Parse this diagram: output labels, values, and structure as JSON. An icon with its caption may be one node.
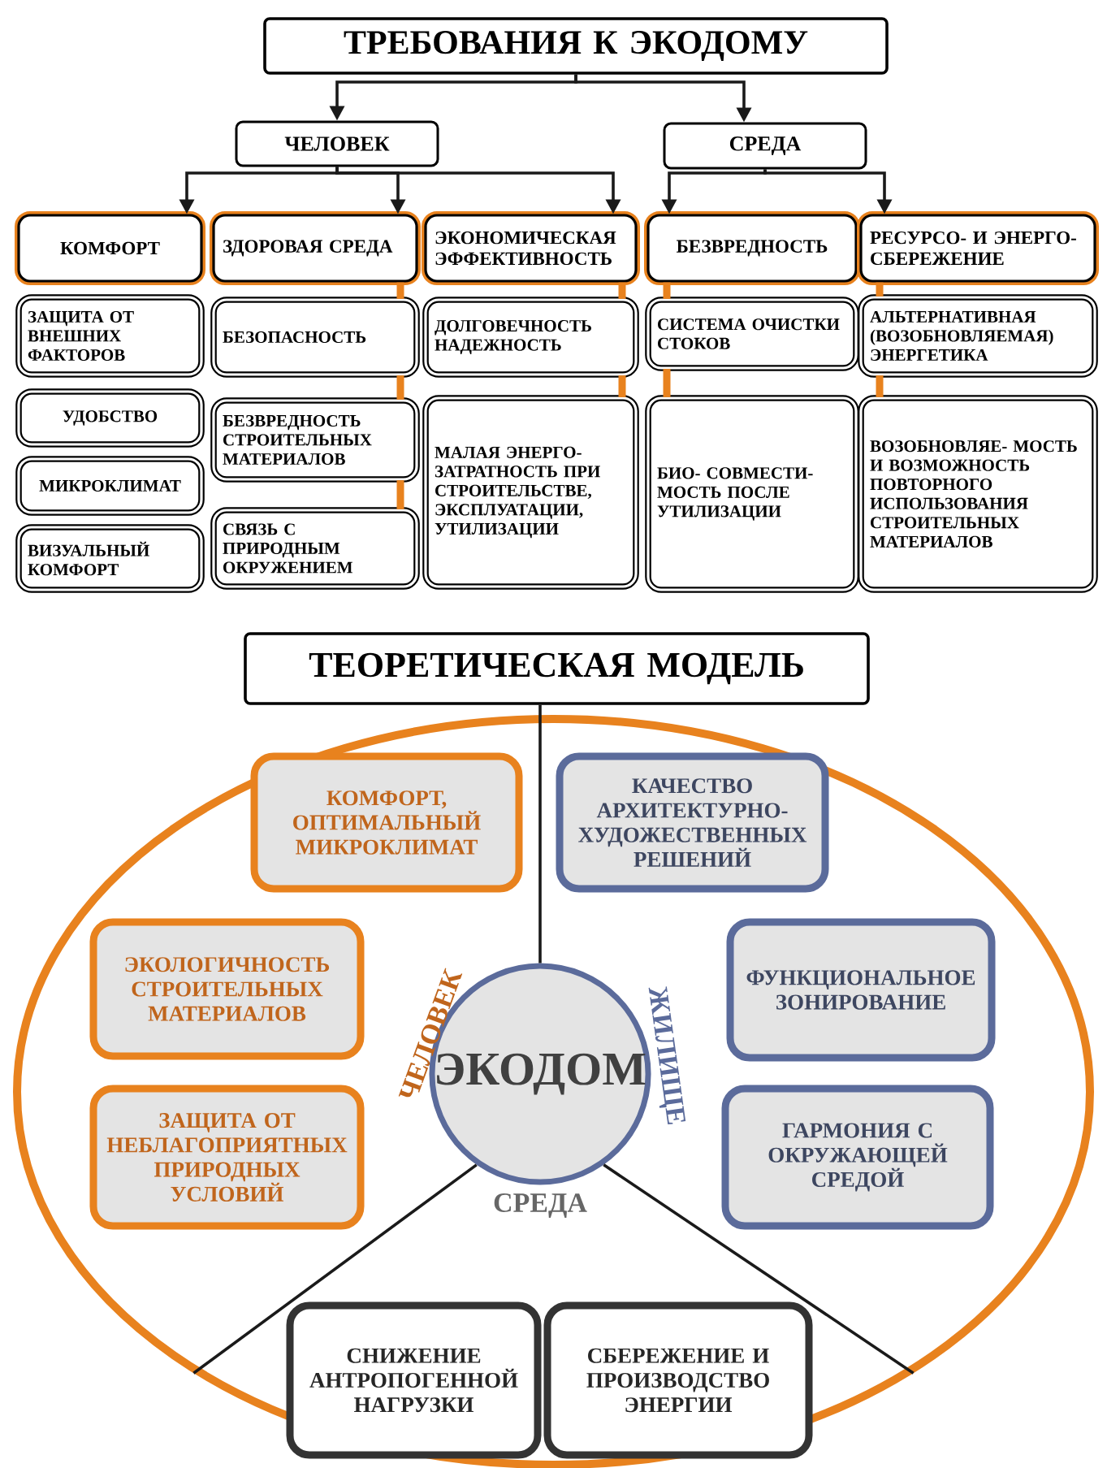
{
  "diagram": {
    "nodes": [
      {
        "text": [
          "ТРЕБОВАНИЯ К ЭКОДОМУ"
        ]
      },
      {
        "text": [
          "ЧЕЛОВЕК"
        ]
      },
      {
        "text": [
          "СРЕДА"
        ]
      },
      {
        "text": [
          "КОМФОРТ"
        ]
      },
      {
        "text": [
          "ЗДОРОВАЯ СРЕДА"
        ]
      },
      {
        "text": [
          "ЭКОНОМИЧЕСКАЯ ЭФФЕКТИВНОСТЬ"
        ]
      },
      {
        "text": [
          "БЕЗВРЕДНОСТЬ"
        ]
      },
      {
        "text": [
          "РЕСУРСО- И ЭНЕРГО- СБЕРЕЖЕНИЕ"
        ]
      },
      {
        "text": [
          "ЗАЩИТА ОТ ВНЕШНИХ ФАКТОРОВ"
        ]
      },
      {
        "text": [
          "УДОБСТВО"
        ]
      },
      {
        "text": [
          "МИКРОКЛИМАТ"
        ]
      },
      {
        "text": [
          "ВИЗУАЛЬНЫЙ КОМФОРТ"
        ]
      },
      {
        "text": [
          "БЕЗОПАСНОСТЬ"
        ]
      },
      {
        "text": [
          "БЕЗВРЕДНОСТЬ СТРОИТЕЛЬНЫХ МАТЕРИАЛОВ"
        ]
      },
      {
        "text": [
          "СВЯЗЬ С ПРИРОДНЫМ ОКРУЖЕНИЕМ"
        ]
      },
      {
        "text": [
          "ДОЛГОВЕЧНОСТЬ НАДЕЖНОСТЬ"
        ]
      },
      {
        "text": [
          "МАЛАЯ ЭНЕРГО- ЗАТРАТНОСТЬ ПРИ СТРОИТЕЛЬСТВЕ, ЭКСПЛУАТАЦИИ, УТИЛИЗАЦИИ"
        ]
      },
      {
        "text": [
          "СИСТЕМА ОЧИСТКИ СТОКОВ"
        ]
      },
      {
        "text": [
          "БИО- СОВМЕСТИ- МОСТЬ ПОСЛЕ УТИЛИЗАЦИИ"
        ]
      },
      {
        "text": [
          "АЛЬТЕРНАТИВНАЯ (ВОЗОБНОВЛЯЕМАЯ) ЭНЕРГЕТИКА"
        ]
      },
      {
        "text": [
          "ВОЗОБНОВЛЯЕ- МОСТЬ И ВОЗМОЖНОСТЬ ПОВТОРНОГО ИСПОЛЬЗОВАНИЯ СТРОИТЕЛЬНЫХ МАТЕРИАЛОВ"
        ]
      },
      {
        "text": [
          "ТЕОРЕТИЧЕСКАЯ МОДЕЛЬ"
        ]
      },
      {
        "text": [],
        "shape": "ellipse"
      },
      {
        "text": [
          "КОМФОРТ, ОПТИМАЛЬНЫЙ МИКРОКЛИМАТ"
        ],
        "in": 22
      },
      {
        "text": [
          "КАЧЕСТВО АРХИТЕКТУРНО- ХУДОЖЕСТВЕННЫХ РЕШЕНИЙ"
        ],
        "in": 22
      },
      {
        "text": [
          "ЭКОЛОГИЧНОСТЬ СТРОИТЕЛЬНЫХ МАТЕРИАЛОВ"
        ],
        "in": 22
      },
      {
        "text": [
          "ФУНКЦИОНАЛЬНОЕ ЗОНИРОВАНИЕ"
        ],
        "in": 22
      },
      {
        "text": [
          "ЭКОДОМ"
        ],
        "in": 22,
        "beside": [
          "ЧЕЛОВЕК",
          "ЖИЛИЩЕ",
          "СРЕДА"
        ]
      },
      {
        "text": [
          "ЗАЩИТА ОТ НЕБЛАГОПРИЯТНЫХ ПРИРОДНЫХ УСЛОВИЙ"
        ],
        "in": 22
      },
      {
        "text": [
          "ГАРМОНИЯ С ОКРУЖАЮЩЕЙ СРЕДОЙ"
        ],
        "in": 22
      },
      {
        "text": [
          "СНИЖЕНИЕ АНТРОПОГЕННОЙ НАГРУЗКИ"
        ],
        "in": 22
      },
      {
        "text": [
          "СБЕРЕЖЕНИЕ И ПРОИЗВОДСТВО ЭНЕРГИИ"
        ],
        "in": 22
      }
    ],
    "edges": [
      {
        "from": 0,
        "to": 1,
        "arrow": "to",
        "color": "#1a1a1a"
      },
      {
        "from": 0,
        "to": 2,
        "arrow": "to",
        "color": "#1a1a1a"
      },
      {
        "from": 1,
        "to": 3,
        "arrow": "to",
        "color": "#1a1a1a"
      },
      {
        "from": 1,
        "to": 4,
        "arrow": "to",
        "color": "#1a1a1a"
      },
      {
        "from": 1,
        "to": 5,
        "arrow": "to",
        "color": "#1a1a1a"
      },
      {
        "from": 2,
        "to": 6,
        "arrow": "to",
        "color": "#1a1a1a"
      },
      {
        "from": 2,
        "to": 7,
        "arrow": "to",
        "color": "#1a1a1a"
      },
      {
        "from": 4,
        "to": 12,
        "arrow": "none",
        "style": "thick",
        "color": "#e8821e"
      },
      {
        "from": 12,
        "to": 13,
        "arrow": "none",
        "style": "thick",
        "color": "#e8821e"
      },
      {
        "from": 13,
        "to": 14,
        "arrow": "none",
        "style": "thick",
        "color": "#e8821e"
      },
      {
        "from": 5,
        "to": 15,
        "arrow": "none",
        "style": "thick",
        "color": "#e8821e"
      },
      {
        "from": 15,
        "to": 16,
        "arrow": "none",
        "style": "thick",
        "color": "#e8821e"
      },
      {
        "from": 6,
        "to": 17,
        "arrow": "none",
        "style": "thick",
        "color": "#e8821e"
      },
      {
        "from": 17,
        "to": 18,
        "arrow": "none",
        "style": "thick",
        "color": "#e8821e"
      },
      {
        "from": 7,
        "to": 19,
        "arrow": "none",
        "style": "thick",
        "color": "#e8821e"
      },
      {
        "from": 19,
        "to": 20,
        "arrow": "none",
        "style": "thick",
        "color": "#e8821e"
      },
      {
        "from": 21,
        "to": 27,
        "arrow": "none",
        "color": "#1a1a1a"
      },
      {
        "from": 27,
        "to": 22,
        "arrow": "none",
        "color": "#1a1a1a"
      },
      {
        "from": 27,
        "to": 22,
        "arrow": "none",
        "color": "#1a1a1a"
      }
    ]
  }
}
